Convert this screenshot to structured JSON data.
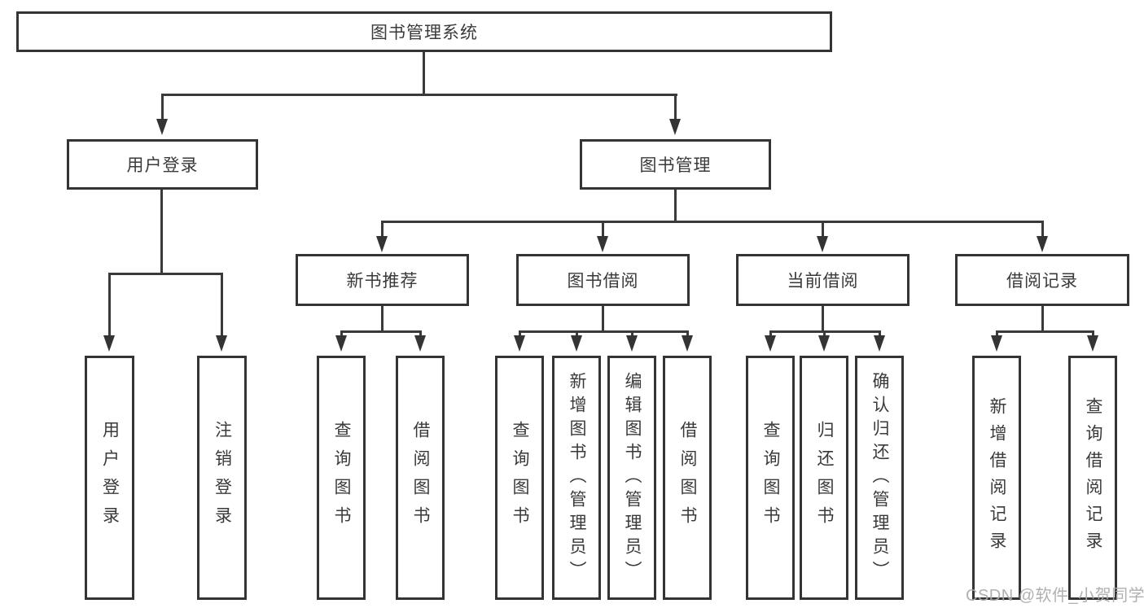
{
  "diagram_title": "图书管理系统",
  "hierarchy": {
    "root": {
      "label": "图书管理系统"
    },
    "level2": [
      {
        "label": "用户登录"
      },
      {
        "label": "图书管理"
      }
    ],
    "level3": [
      {
        "label": "新书推荐"
      },
      {
        "label": "图书借阅"
      },
      {
        "label": "当前借阅"
      },
      {
        "label": "借阅记录"
      }
    ],
    "leaves": {
      "user_login": [
        {
          "label": "用户登录"
        },
        {
          "label": "注销登录"
        }
      ],
      "new_book": [
        {
          "label": "查询图书"
        },
        {
          "label": "借阅图书"
        }
      ],
      "book_borrow": [
        {
          "label": "查询图书"
        },
        {
          "label": "新增图书（管理员）"
        },
        {
          "label": "编辑图书（管理员）"
        },
        {
          "label": "借阅图书"
        }
      ],
      "current_borrow": [
        {
          "label": "查询图书"
        },
        {
          "label": "归还图书"
        },
        {
          "label": "确认归还（管理员）"
        }
      ],
      "borrow_record": [
        {
          "label": "新增借阅记录"
        },
        {
          "label": "查询借阅记录"
        }
      ]
    }
  },
  "watermark": {
    "text": "CSDN @软件_小贺同学"
  },
  "colors": {
    "line": "#3a3a3a",
    "border": "#343434",
    "text": "#3a3a3a",
    "watermark": "#acacac",
    "background": "#ffffff"
  }
}
